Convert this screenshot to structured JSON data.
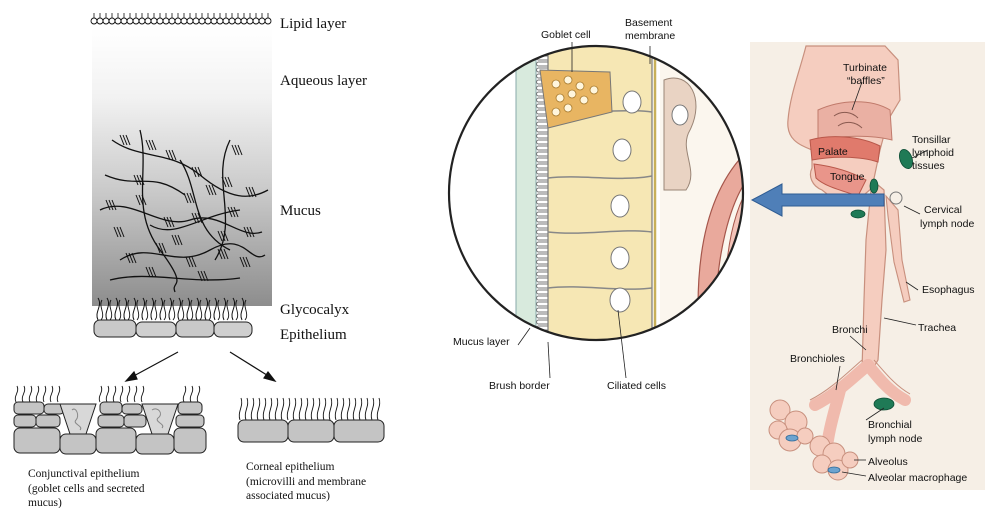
{
  "tear_film": {
    "labels": {
      "lipid": "Lipid layer",
      "aqueous": "Aqueous layer",
      "mucus": "Mucus",
      "glycocalyx": "Glycocalyx",
      "epithelium": "Epithelium"
    },
    "conjunctival_caption": [
      "Conjunctival epithelium",
      "(goblet cells and secreted",
      "mucus)"
    ],
    "corneal_caption": [
      "Corneal epithelium",
      "(microvilli and membrane",
      "associated mucus)"
    ]
  },
  "airway": {
    "labels": {
      "goblet_cell": "Goblet cell",
      "basement_membrane": [
        "Basement",
        "membrane"
      ],
      "mucus_layer": "Mucus layer",
      "brush_border": "Brush border",
      "ciliated_cells": "Ciliated cells"
    }
  },
  "respiratory_tract": {
    "labels": {
      "turbinate": [
        "Turbinate",
        "“baffles”"
      ],
      "tonsillar": [
        "Tonsillar",
        "lymphoid",
        "tissues"
      ],
      "palate": "Palate",
      "tongue": "Tongue",
      "cervical": [
        "Cervical",
        "lymph node"
      ],
      "esophagus": "Esophagus",
      "bronchi": "Bronchi",
      "trachea": "Trachea",
      "bronchioles": "Bronchioles",
      "bronchial": [
        "Bronchial",
        "lymph node"
      ],
      "alveolus": "Alveolus",
      "alveolar_macrophage": "Alveolar macrophage"
    },
    "colors": {
      "tissue": "#f2b8ab",
      "tissue_dark": "#e0897a",
      "lymph": "#1f7a56",
      "arrow": "#4f7fb8",
      "background": "#f6efe6"
    }
  }
}
